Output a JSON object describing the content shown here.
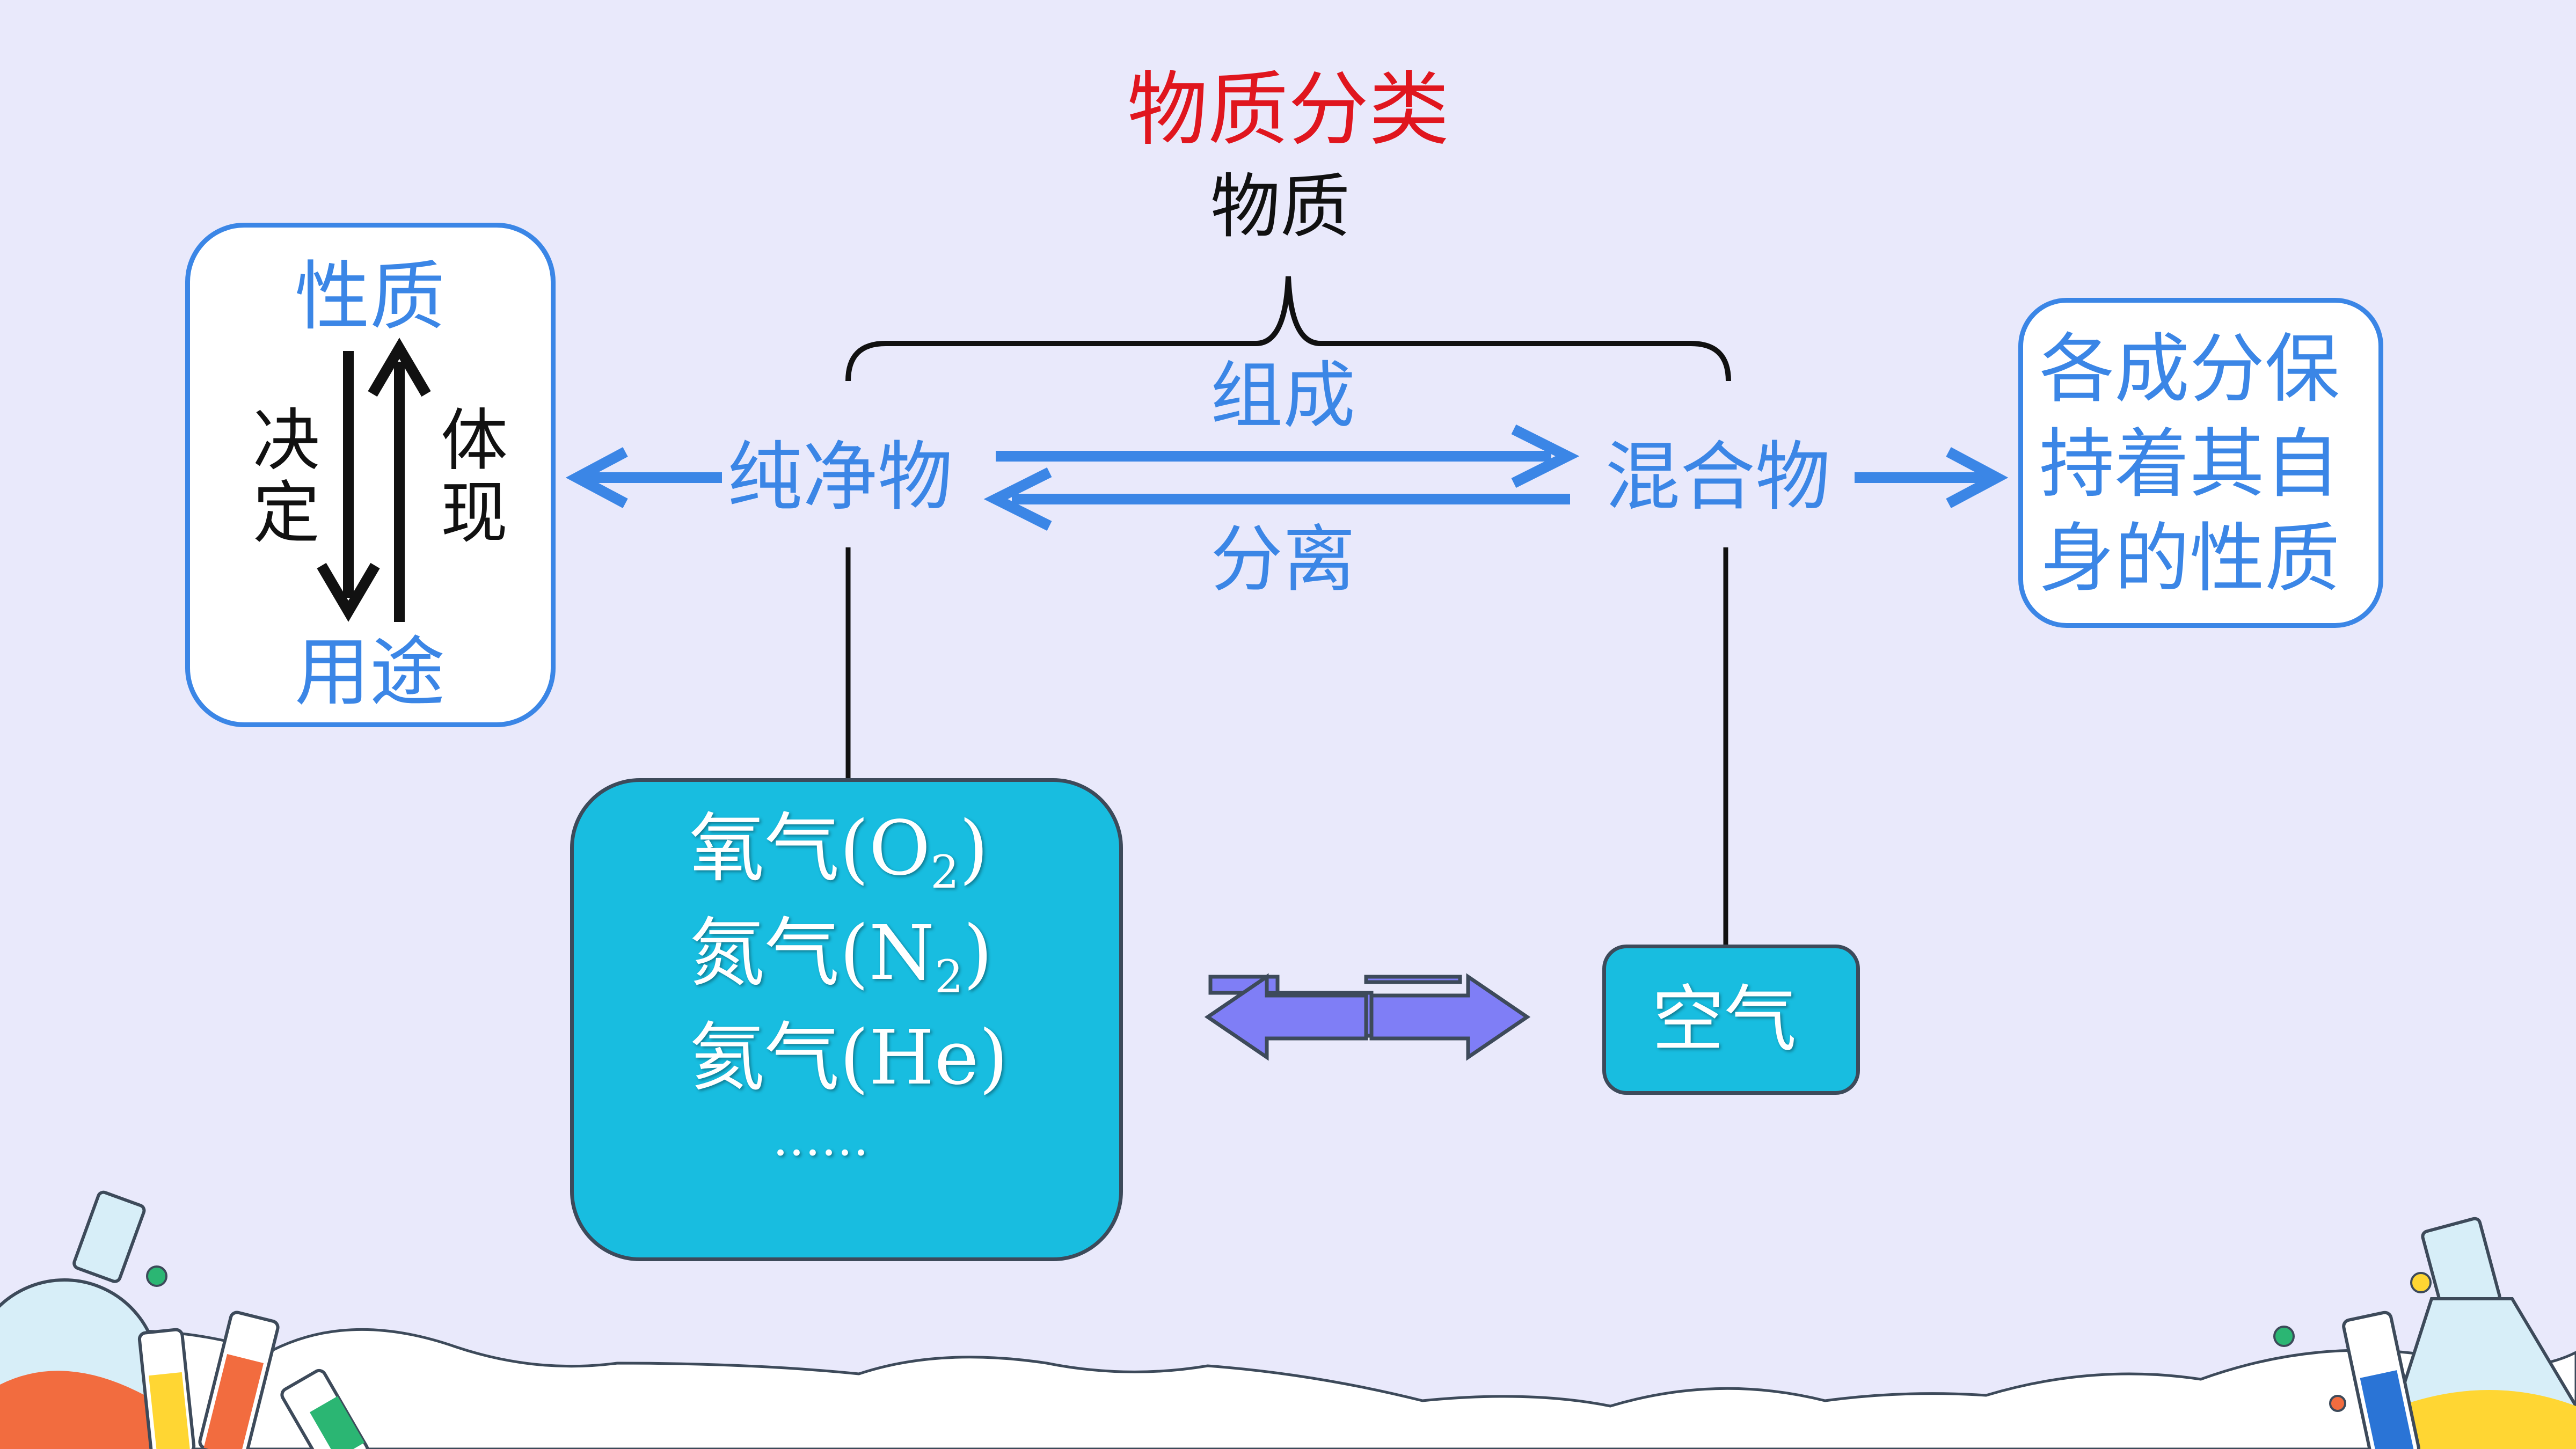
{
  "title": "物质分类",
  "root": "物质",
  "pure": "纯净物",
  "mixture": "混合物",
  "arrow_compose": "组成",
  "arrow_separate": "分离",
  "left_box": {
    "top": "性质",
    "bottom": "用途",
    "left": "决定",
    "right": "体现"
  },
  "right_box": {
    "line1": "各成分保",
    "line2": "持着其自",
    "line3": "身的性质"
  },
  "pure_examples": [
    {
      "name": "氧气(O",
      "sub": "2",
      "close": ")"
    },
    {
      "name": "氮气(N",
      "sub": "2",
      "close": ")"
    },
    {
      "name": "氦气(He)",
      "sub": "",
      "close": ""
    }
  ],
  "pure_ellipsis": "……",
  "mixture_example": "空气",
  "colors": {
    "accent": "#3b86e6",
    "title": "#e0161e",
    "box_fill": "#18bde0",
    "bg": "#e9e9fb"
  }
}
